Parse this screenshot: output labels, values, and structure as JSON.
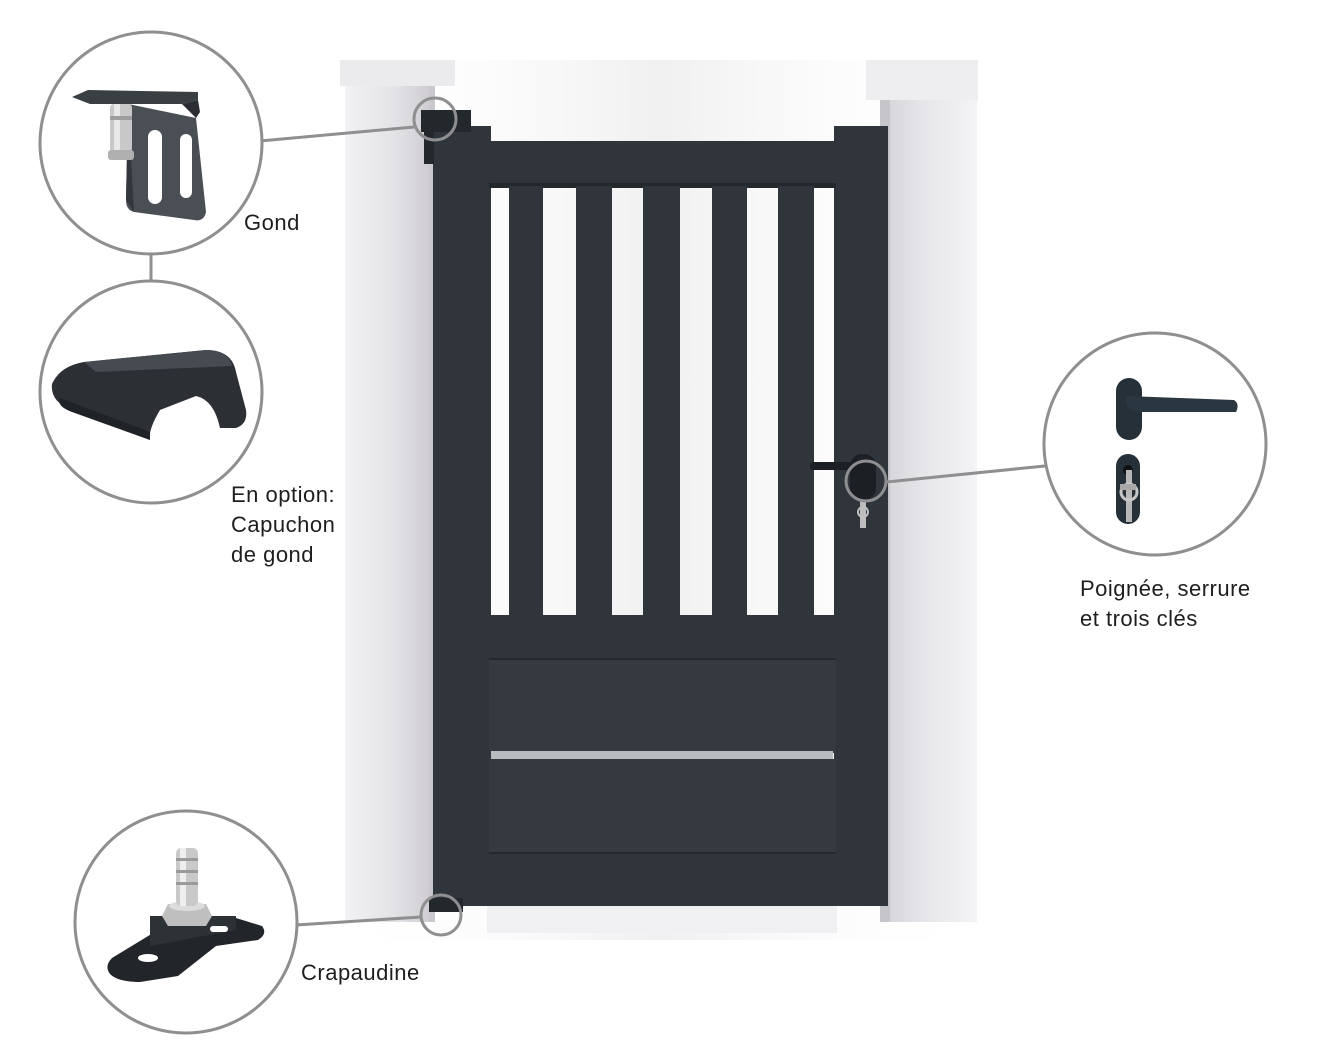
{
  "callouts": {
    "gond": {
      "lines": [
        "Gond"
      ],
      "icon": "hinge-bracket-icon"
    },
    "capuchon": {
      "lines": [
        "En option:",
        "Capuchon",
        "de gond"
      ],
      "icon": "hinge-cap-icon"
    },
    "poignee": {
      "lines": [
        "Poignée, serrure",
        "et trois clés"
      ],
      "icon": "handle-lock-keys-icon"
    },
    "crapaudine": {
      "lines": [
        "Crapaudine"
      ],
      "icon": "pivot-base-icon"
    }
  },
  "colors": {
    "gate": "#2f353b",
    "gate_dark": "#23282d",
    "pillar": "#e2e1e4",
    "pillar_cap": "#ececee",
    "ring": "#8f8f91",
    "trim": "#b9bcbf"
  }
}
